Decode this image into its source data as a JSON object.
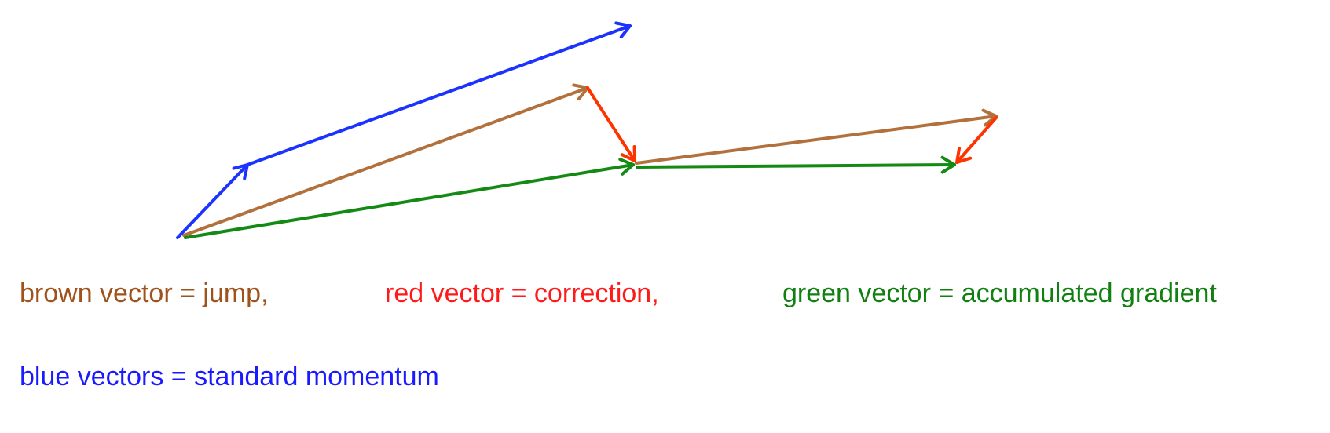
{
  "colors": {
    "brown": "#B2713C",
    "red": "#FF3300",
    "green": "#148A14",
    "blue": "#1C33FF",
    "brown_text": "#A0521C",
    "red_text": "#FF1A1A",
    "green_text": "#108010",
    "blue_text": "#1A1AFF"
  },
  "legend": {
    "brown": "brown vector = jump,",
    "red": "red vector = correction,",
    "green": "green vector = accumulated gradient",
    "blue": "blue vectors = standard momentum"
  },
  "vectors": [
    {
      "name": "blue-vector-short",
      "color": "blue"
    },
    {
      "name": "blue-vector-long",
      "color": "blue"
    },
    {
      "name": "brown-vector-first",
      "color": "brown"
    },
    {
      "name": "red-vector-first",
      "color": "red"
    },
    {
      "name": "green-vector-first",
      "color": "green"
    },
    {
      "name": "brown-vector-second",
      "color": "brown"
    },
    {
      "name": "red-vector-second",
      "color": "red"
    },
    {
      "name": "green-vector-second",
      "color": "green"
    }
  ]
}
